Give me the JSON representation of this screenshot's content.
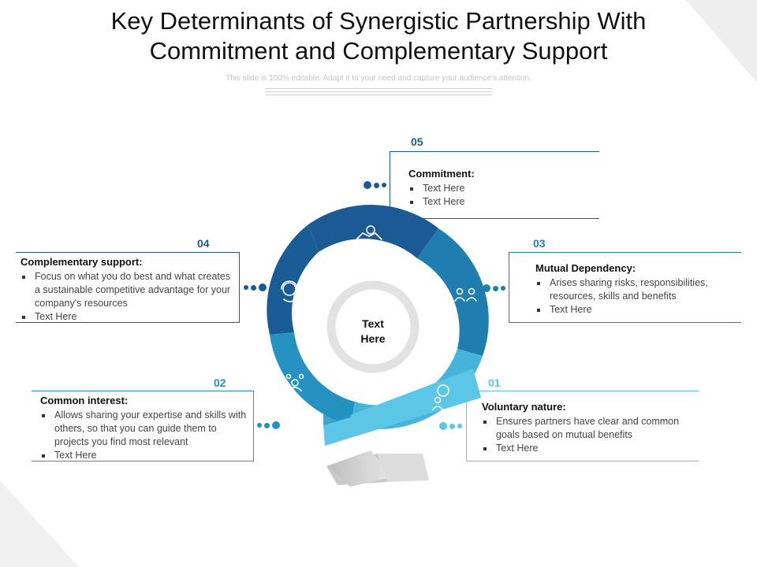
{
  "title_line1": "Key Determinants of Synergistic Partnership With",
  "title_line2": "Commitment and Complementary Support",
  "subtitle": "This slide is 100% editable. Adapt it to your need and capture your audience's attention.",
  "center_line1": "Text",
  "center_line2": "Here",
  "colors": {
    "dark_blue": "#1b5a94",
    "mid_blue": "#1f85b9",
    "light_blue": "#5bc6e6",
    "gray_ring": "#e2e2e2"
  },
  "items": [
    {
      "num": "01",
      "icon": "person-settings-icon",
      "heading": "Voluntary nature:",
      "bullets": [
        "Ensures partners have clear and common goals based on mutual benefits",
        "Text Here"
      ]
    },
    {
      "num": "02",
      "icon": "team-network-icon",
      "heading": "Common interest:",
      "bullets": [
        "Allows sharing your expertise and skills with others, so that you can guide them to projects you find most relevant",
        "Text Here"
      ]
    },
    {
      "num": "03",
      "icon": "people-exchange-icon",
      "heading": "Mutual Dependency:",
      "bullets": [
        "Arises sharing risks, responsibilities, resources, skills and benefits",
        "Text Here"
      ]
    },
    {
      "num": "04",
      "icon": "headset-support-icon",
      "heading": "Complementary support:",
      "bullets": [
        "Focus on what you do best and what creates a sustainable competitive advantage for your company's resources",
        "Text Here"
      ]
    },
    {
      "num": "05",
      "icon": "handshake-icon",
      "heading": "Commitment:",
      "bullets": [
        "Text Here",
        "Text Here"
      ]
    }
  ]
}
